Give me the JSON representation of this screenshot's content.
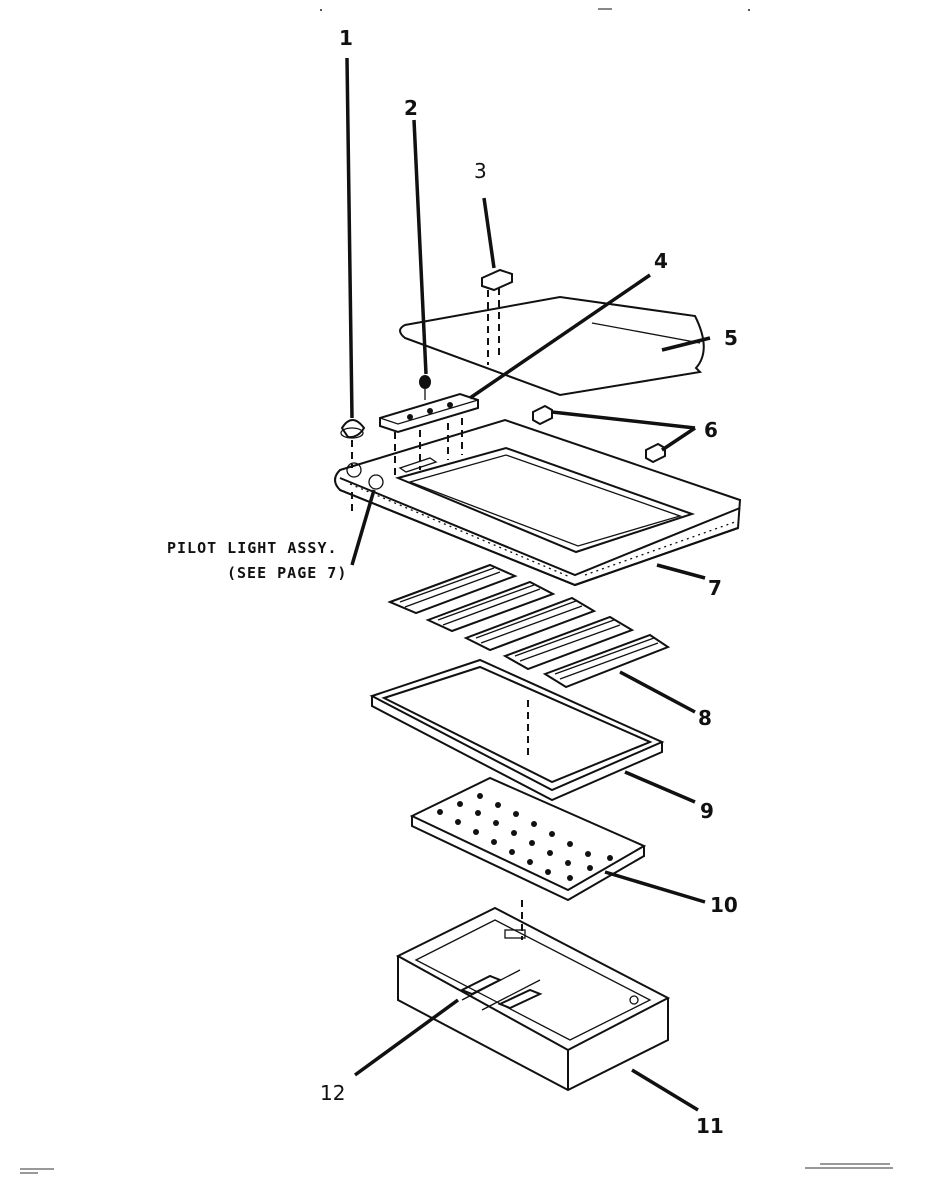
{
  "callouts": {
    "c1": "1",
    "c2": "2",
    "c3": "3",
    "c4": "4",
    "c5": "5",
    "c6": "6",
    "c7": "7",
    "c8": "8",
    "c9": "9",
    "c10": "10",
    "c11": "11",
    "c12": "12"
  },
  "note": {
    "line1": "PILOT LIGHT ASSY.",
    "line2": "(SEE PAGE 7)"
  },
  "colors": {
    "ink": "#111111",
    "paper": "#ffffff"
  }
}
